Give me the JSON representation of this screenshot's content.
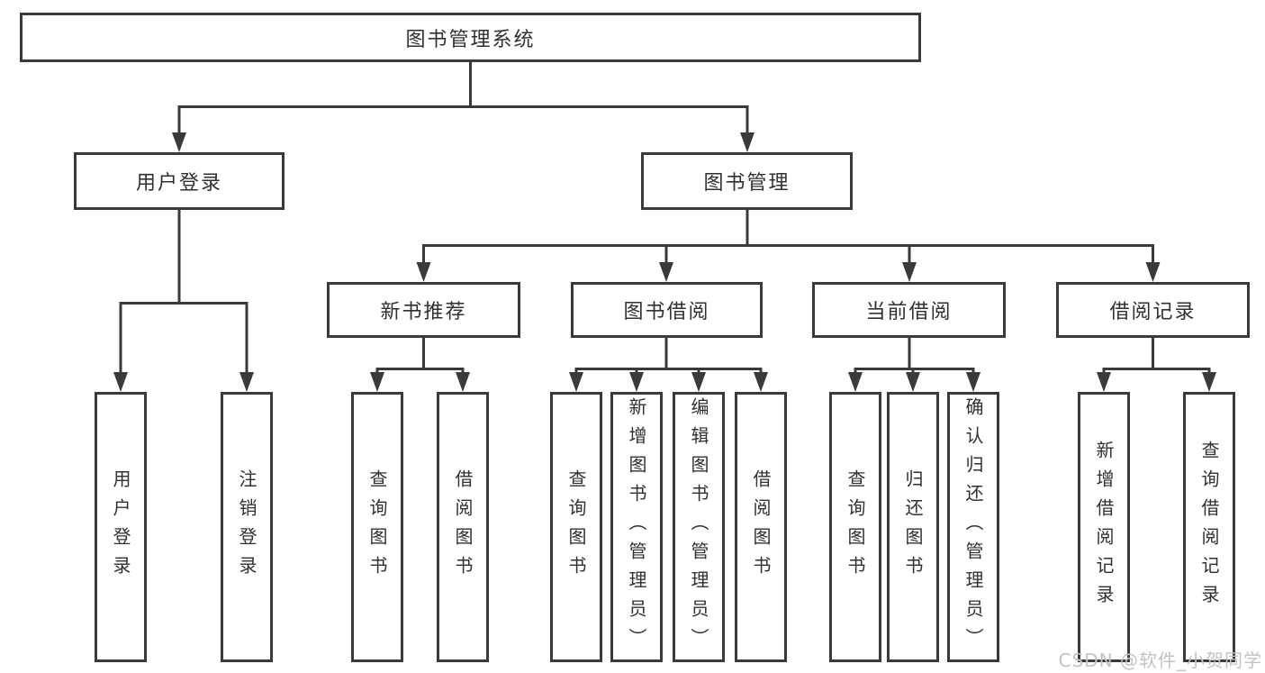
{
  "diagram": {
    "root": {
      "label": "图书管理系统"
    },
    "branches": [
      {
        "label": "用户登录",
        "children": [
          {
            "label": "用户登录"
          },
          {
            "label": "注销登录"
          }
        ]
      },
      {
        "label": "图书管理",
        "children": [
          {
            "label": "新书推荐",
            "children": [
              {
                "label": "查询图书"
              },
              {
                "label": "借阅图书"
              }
            ]
          },
          {
            "label": "图书借阅",
            "children": [
              {
                "label": "查询图书"
              },
              {
                "label": "新增图书（管理员）"
              },
              {
                "label": "编辑图书（管理员）"
              },
              {
                "label": "借阅图书"
              }
            ]
          },
          {
            "label": "当前借阅",
            "children": [
              {
                "label": "查询图书"
              },
              {
                "label": "归还图书"
              },
              {
                "label": "确认归还（管理员）"
              }
            ]
          },
          {
            "label": "借阅记录",
            "children": [
              {
                "label": "新增借阅记录"
              },
              {
                "label": "查询借阅记录"
              }
            ]
          }
        ]
      }
    ],
    "watermark": "CSDN @软件_小贺同学",
    "colors": {
      "line": "#3a3a3a",
      "text": "#303030",
      "box_bg": "#ffffff",
      "watermark": "#c3c3c3",
      "background": "#ffffff"
    }
  }
}
